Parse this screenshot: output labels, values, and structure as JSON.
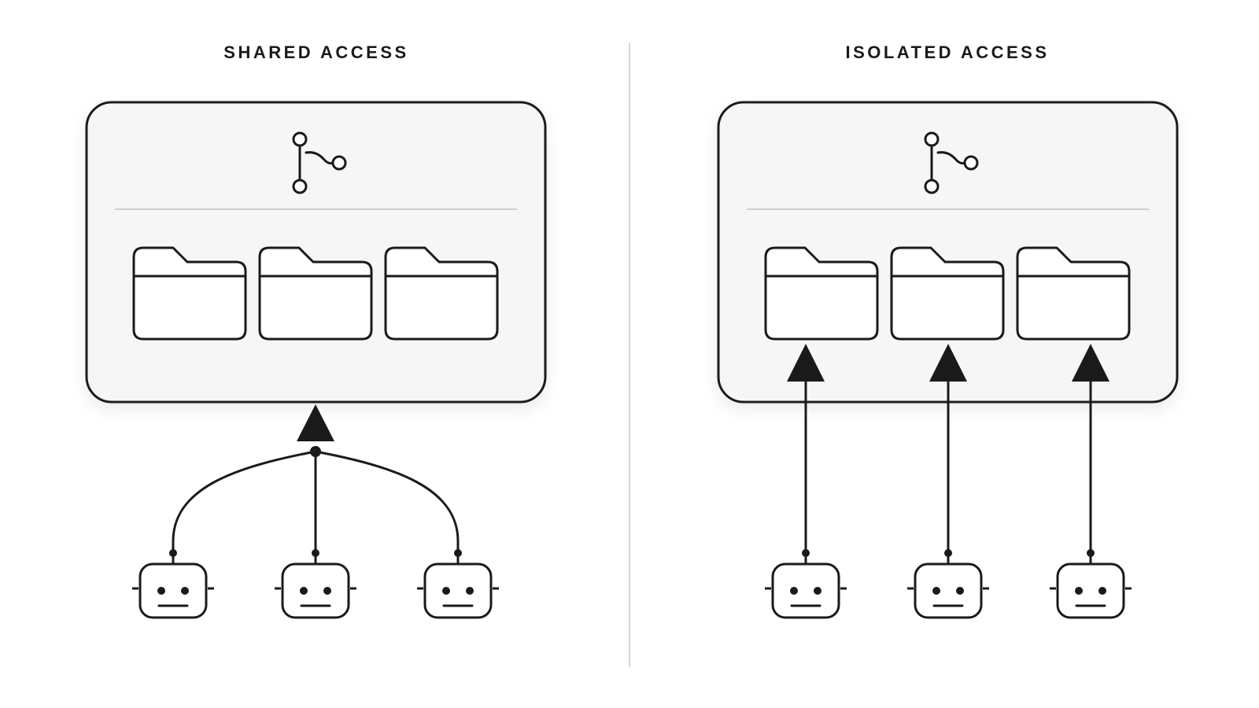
{
  "panels": {
    "left": {
      "title": "SHARED ACCESS",
      "access_mode": "shared",
      "agents": 3,
      "folders": 3,
      "repository_icon": "git-branch-icon",
      "agent_icon": "robot-icon",
      "folder_icon": "folder-icon"
    },
    "right": {
      "title": "ISOLATED ACCESS",
      "access_mode": "isolated",
      "agents": 3,
      "folders": 3,
      "repository_icon": "git-branch-icon",
      "agent_icon": "robot-icon",
      "folder_icon": "folder-icon"
    }
  },
  "colors": {
    "stroke": "#1a1a1a",
    "panel_fill": "#f6f6f6",
    "divider": "#d6d6d6",
    "background": "#ffffff"
  }
}
